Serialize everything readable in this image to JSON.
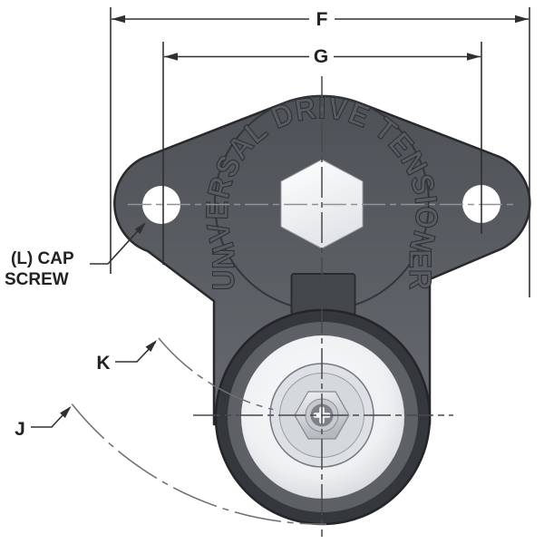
{
  "diagram": {
    "labels": {
      "dim_f": "F",
      "dim_g": "G",
      "dim_k": "K",
      "dim_j": "J",
      "cap_screw_line1": "(L) CAP",
      "cap_screw_line2": "SCREW",
      "engraving": "UNIVERSAL DRIVE TENSIONER"
    },
    "colors": {
      "background": "#ffffff",
      "body_gray": "#5b5f64",
      "body_dark": "#4c4f54",
      "outline": "#27292d",
      "pulley_ring": "#34373c",
      "pulley_band": "#5d6166",
      "pulley_face": "#f2f3f5",
      "annotation": "#2e3033",
      "centerline": "#46494c"
    }
  }
}
